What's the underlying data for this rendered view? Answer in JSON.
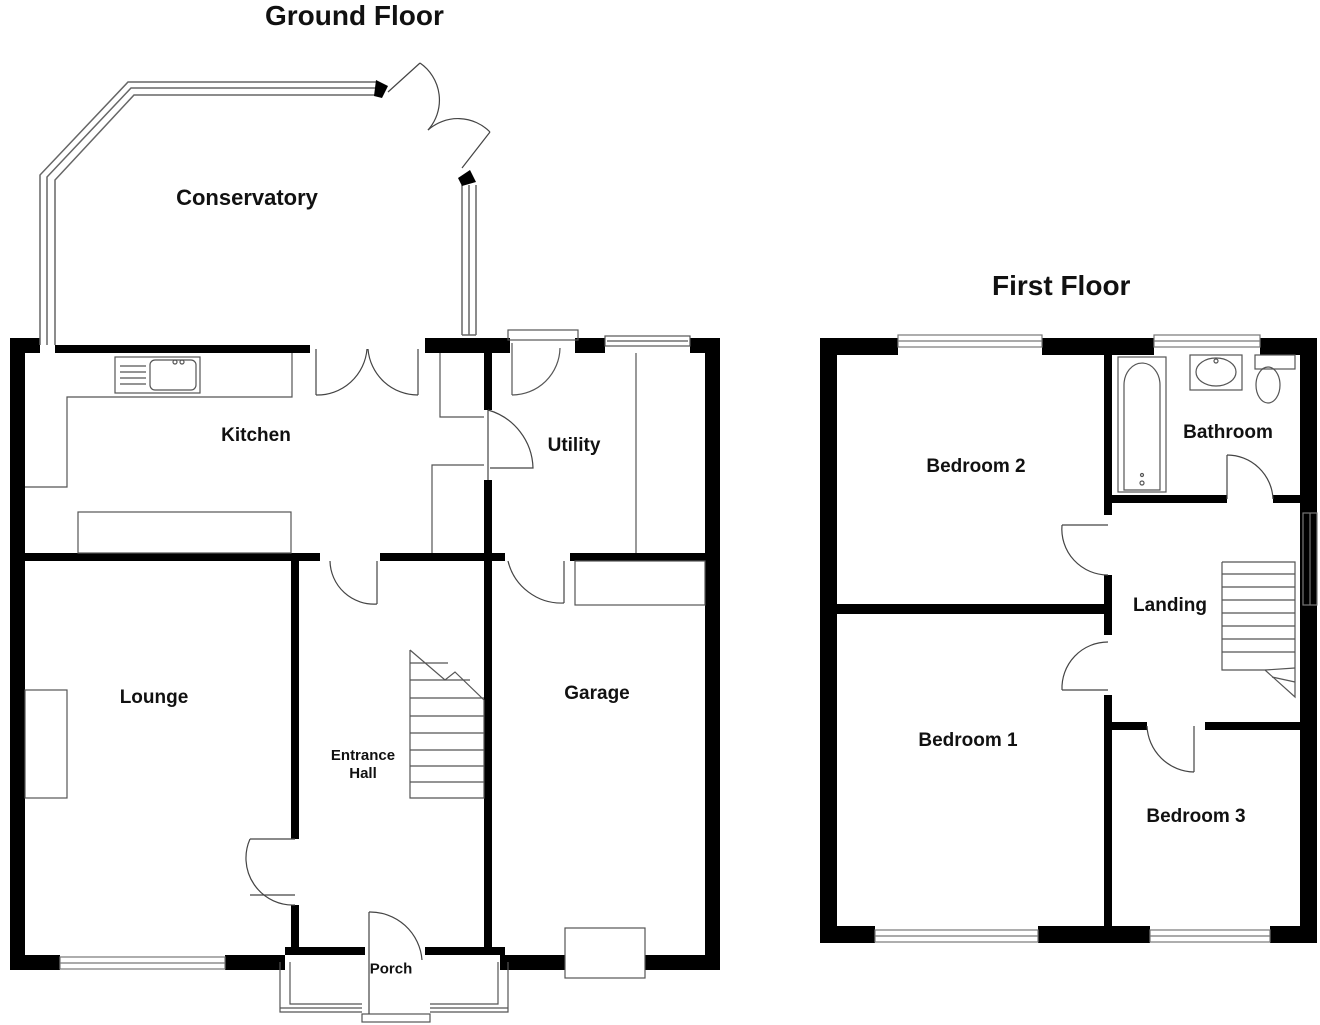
{
  "titles": {
    "ground_floor": "Ground Floor",
    "first_floor": "First Floor"
  },
  "rooms": {
    "conservatory": "Conservatory",
    "kitchen": "Kitchen",
    "utility": "Utility",
    "lounge": "Lounge",
    "entrance_hall_line1": "Entrance",
    "entrance_hall_line2": "Hall",
    "garage": "Garage",
    "porch": "Porch",
    "bedroom_1": "Bedroom 1",
    "bedroom_2": "Bedroom 2",
    "bedroom_3": "Bedroom 3",
    "bathroom": "Bathroom",
    "landing": "Landing"
  },
  "colors": {
    "wall": "#000000",
    "fixture_line": "#555555",
    "window_line": "#888888"
  }
}
